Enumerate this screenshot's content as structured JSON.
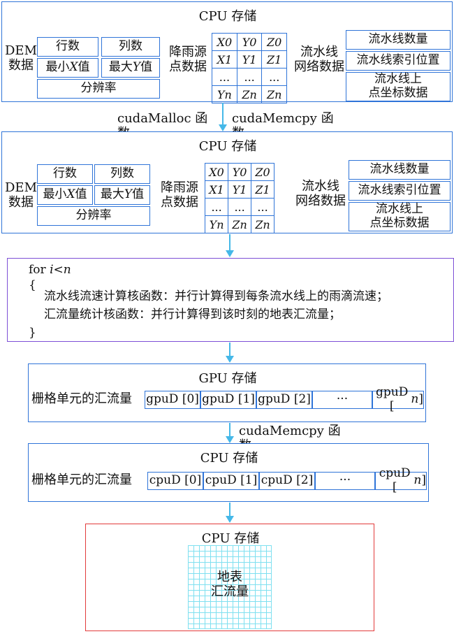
{
  "cpu_storage_title": "CPU 存储",
  "gpu_storage_title": "GPU 存储",
  "dem_label": "DEM\n数据",
  "rain_label": "降雨源\n点数据",
  "stream_label": "流水线\n网络数据",
  "dem_fields": {
    "rows": "行数",
    "cols": "列数",
    "min_x": "最小X值",
    "max_y": "最大Y值",
    "resolution": "分辨率"
  },
  "rain_table": [
    [
      "X0",
      "Y0",
      "Z0"
    ],
    [
      "X1",
      "Y1",
      "Z1"
    ],
    [
      "...",
      "...",
      "..."
    ],
    [
      "Yn",
      "Zn",
      "Zn"
    ]
  ],
  "stream_fields": {
    "count": "流水线数量",
    "index": "流水线索引位置",
    "points": "流水线上\n点坐标数据"
  },
  "arrow_labels": {
    "malloc": "cudaMalloc 函数",
    "memcpy1": "cudaMemcpy 函数",
    "memcpy2": "cudaMemcpy 函数"
  },
  "loop": {
    "header": "for i<n",
    "open": "{",
    "line1": "流水线流速计算核函数：并行计算得到每条流水线上的雨滴流速；",
    "line2": "汇流量统计核函数：并行计算得到该时刻的地表汇流量；",
    "close": "}"
  },
  "grid_label": "栅格单元的汇流量",
  "gpu_cells": [
    "gpuD [0]",
    "gpuD [1]",
    "gpuD [2]",
    "···",
    "gpuD [n]"
  ],
  "cpu_cells": [
    "cpuD [0]",
    "cpuD [1]",
    "cpuD [2]",
    "···",
    "cpuD [n]"
  ],
  "surface_label": "地表\n汇流量",
  "colors": {
    "panel_border": "#2f74d8",
    "loop_border": "#7d4fd6",
    "final_border": "#e23b3b",
    "arrow": "#45b8e8",
    "grid": "#7fe0f0"
  }
}
